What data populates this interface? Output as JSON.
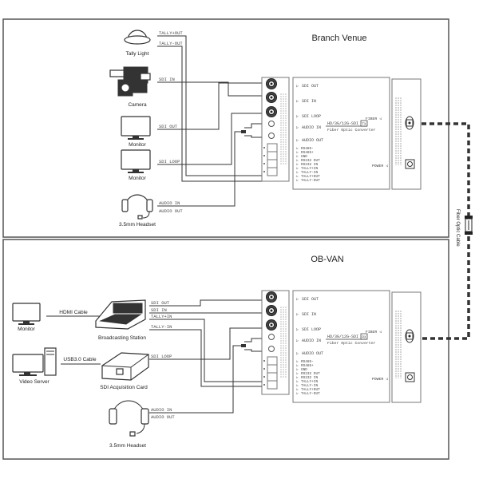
{
  "sections": {
    "branch": {
      "title": "Branch Venue",
      "devices": [
        {
          "name": "Tally Light",
          "icon": "tally-light-icon"
        },
        {
          "name": "Camera",
          "icon": "camera-icon"
        },
        {
          "name": "Monitor",
          "icon": "monitor-icon"
        },
        {
          "name": "Monitor",
          "icon": "monitor-icon"
        },
        {
          "name": "3.5mm Headset",
          "icon": "headset-icon"
        }
      ],
      "wire_labels": [
        "TALLY+OUT",
        "TALLY-OUT",
        "SDI IN",
        "SDI OUT",
        "SDI LOOP",
        "AUDIO IN",
        "AUDIO OUT"
      ],
      "converter": {
        "ports": [
          "SDI OUT",
          "SDI IN",
          "SDI LOOP",
          "AUDIO IN",
          "AUDIO OUT"
        ],
        "terminals": [
          "RS485-",
          "RS485+",
          "GND",
          "RS232 OUT",
          "RS232 IN",
          "TALLY+IN",
          "TALLY-IN",
          "TALLY+OUT",
          "TALLY-OUT"
        ],
        "model": "HD/3G/12G-SDI",
        "badge": "TX",
        "subtitle": "Fiber Optic Converter",
        "fiber_label": "FIBER",
        "power_label": "POWER"
      }
    },
    "obvan": {
      "title": "OB-VAN",
      "devices": [
        {
          "name": "Monitor",
          "icon": "monitor-icon"
        },
        {
          "name": "Broadcasting Station",
          "icon": "broadcast-console-icon"
        },
        {
          "name": "Video Server",
          "icon": "video-server-icon"
        },
        {
          "name": "SDI Acquisition Card",
          "icon": "capture-card-icon"
        },
        {
          "name": "3.5mm Headset",
          "icon": "headset-icon"
        }
      ],
      "cable_labels": [
        "HDMI Cable",
        "USB3.0 Cable"
      ],
      "wire_labels": [
        "SDI OUT",
        "SDI IN",
        "TALLY+IN",
        "TALLY-IN",
        "SDI LOOP",
        "AUDIO IN",
        "AUDIO OUT"
      ],
      "converter": {
        "ports": [
          "SDI OUT",
          "SDI IN",
          "SDI LOOP",
          "AUDIO IN",
          "AUDIO OUT"
        ],
        "terminals": [
          "RS485-",
          "RS485+",
          "GND",
          "RS232 OUT",
          "RS232 IN",
          "TALLY+IN",
          "TALLY-IN",
          "TALLY+OUT",
          "TALLY-OUT"
        ],
        "model": "HD/3G/12G-SDI",
        "badge": "RX",
        "subtitle": "Fiber Optic Converter",
        "fiber_label": "FIBER",
        "power_label": "POWER"
      }
    }
  },
  "fiber_cable_label": "Fiber Optic Cable"
}
